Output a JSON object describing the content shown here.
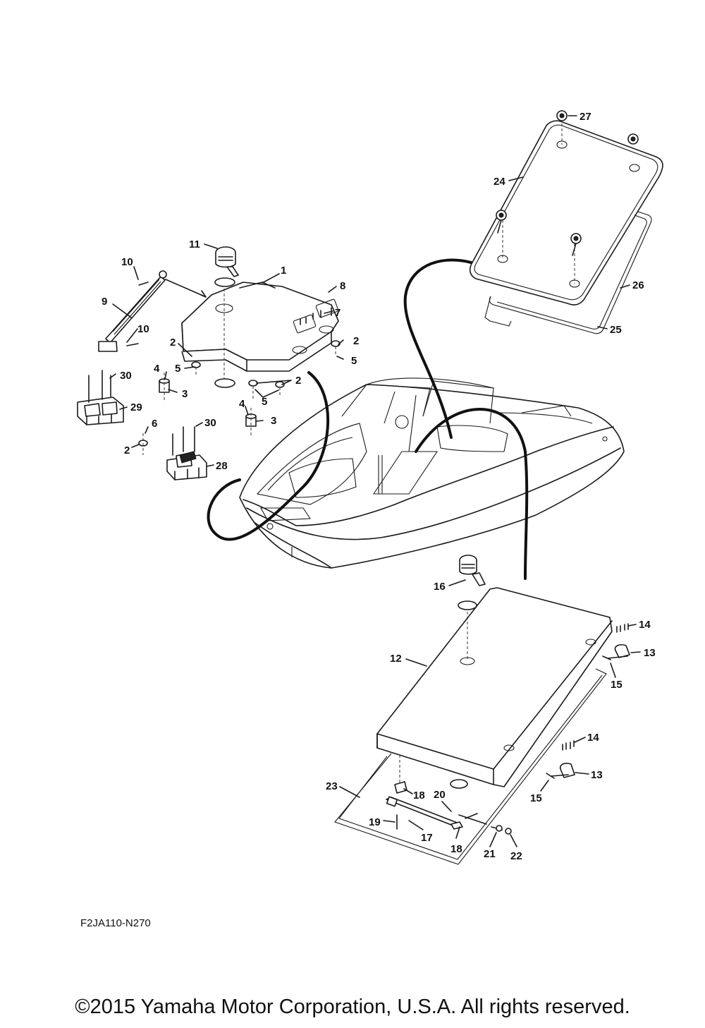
{
  "diagram": {
    "code": "F2JA110-N270",
    "copyright": "©2015 Yamaha Motor Corporation, U.S.A. All rights reserved.",
    "callouts": {
      "c1": "1",
      "c2a": "2",
      "c2b": "2",
      "c2c": "2",
      "c2d": "2",
      "c3a": "3",
      "c3b": "3",
      "c4a": "4",
      "c4b": "4",
      "c5a": "5",
      "c5b": "5",
      "c5c": "5",
      "c6": "6",
      "c7": "7",
      "c8": "8",
      "c9": "9",
      "c10a": "10",
      "c10b": "10",
      "c11": "11",
      "c12": "12",
      "c13a": "13",
      "c13b": "13",
      "c14a": "14",
      "c14b": "14",
      "c15a": "15",
      "c15b": "15",
      "c16": "16",
      "c17": "17",
      "c18a": "18",
      "c18b": "18",
      "c19": "19",
      "c20": "20",
      "c21": "21",
      "c22": "22",
      "c23": "23",
      "c24": "24",
      "c25": "25",
      "c26": "26",
      "c27": "27",
      "c28": "28",
      "c29": "29",
      "c30a": "30",
      "c30b": "30"
    }
  }
}
